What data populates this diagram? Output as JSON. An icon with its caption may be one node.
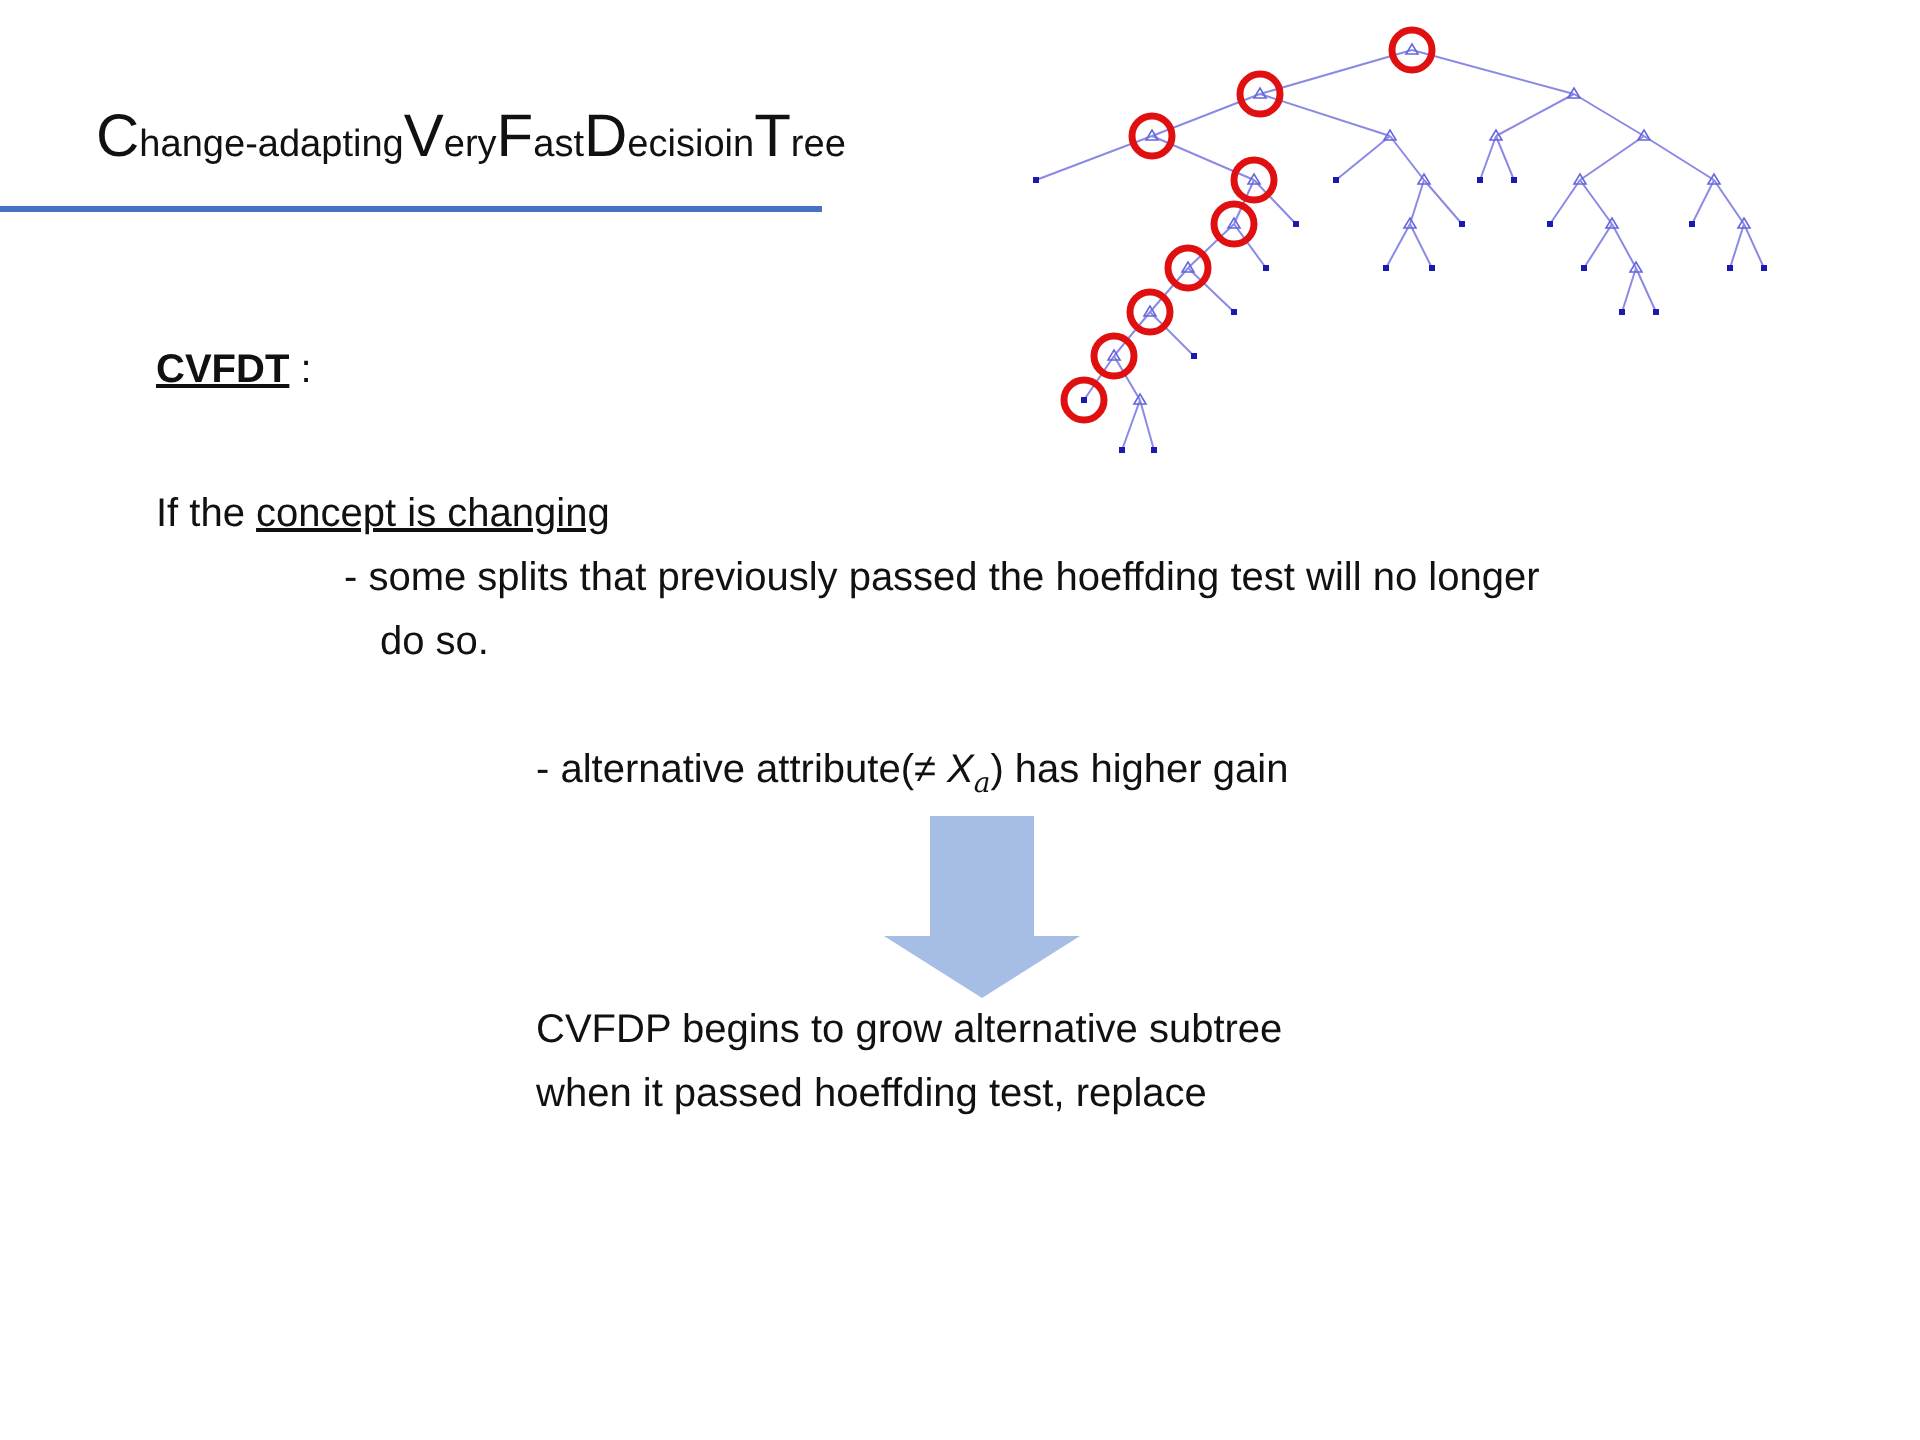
{
  "diagram": {
    "title": "Change-adaptingVeryFastDecisioinTree",
    "nodes": [
      {
        "text": [
          "- alternative attribute(≠ *X*$_{a}$) has higher gain"
        ]
      },
      {
        "text": [
          "CVFDP begins to grow alternative subtree when it passed hoeffding test, replace"
        ]
      }
    ],
    "edges": [
      {
        "from": 0,
        "to": 1,
        "arrow": "to",
        "color": "#a6bde6"
      }
    ],
    "labels": [
      "**CVFDT** :",
      "If the *concept is changing*",
      "- some splits that previously passed the hoeffding test will no longer do so."
    ]
  }
}
